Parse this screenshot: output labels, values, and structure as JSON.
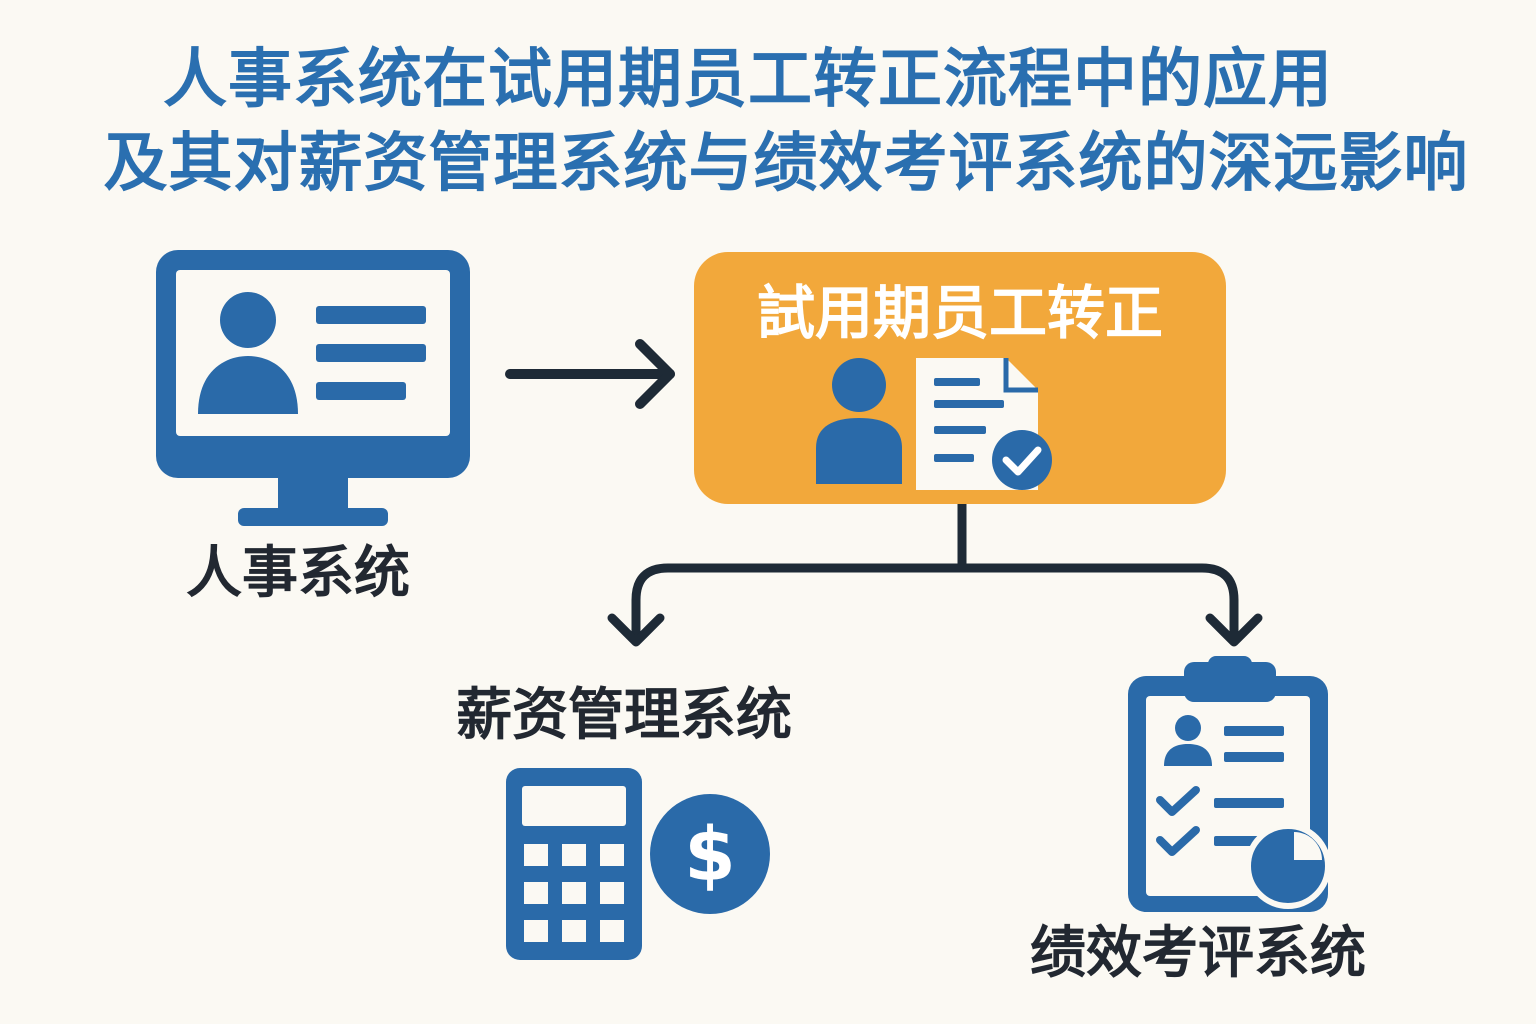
{
  "title": {
    "line1": "人事系统在试用期员工转正流程中的应用",
    "line2": "及其对薪资管理系统与绩效考评系统的深远影响"
  },
  "nodes": {
    "hr_system": {
      "label": "人事系统",
      "icon": "monitor-profile-icon"
    },
    "probation": {
      "label": "試用期员工转正",
      "icon": "employee-document-check-icon"
    },
    "payroll": {
      "label": "薪资管理系统",
      "icon": "calculator-dollar-icon"
    },
    "performance": {
      "label": "绩效考评系统",
      "icon": "clipboard-checklist-chart-icon"
    }
  },
  "colors": {
    "title": "#2a6fb0",
    "icon_blue": "#2a6aa9",
    "accent_orange": "#f2a83b",
    "arrow": "#1e2a36",
    "label": "#222831",
    "background": "#fbf9f3"
  }
}
